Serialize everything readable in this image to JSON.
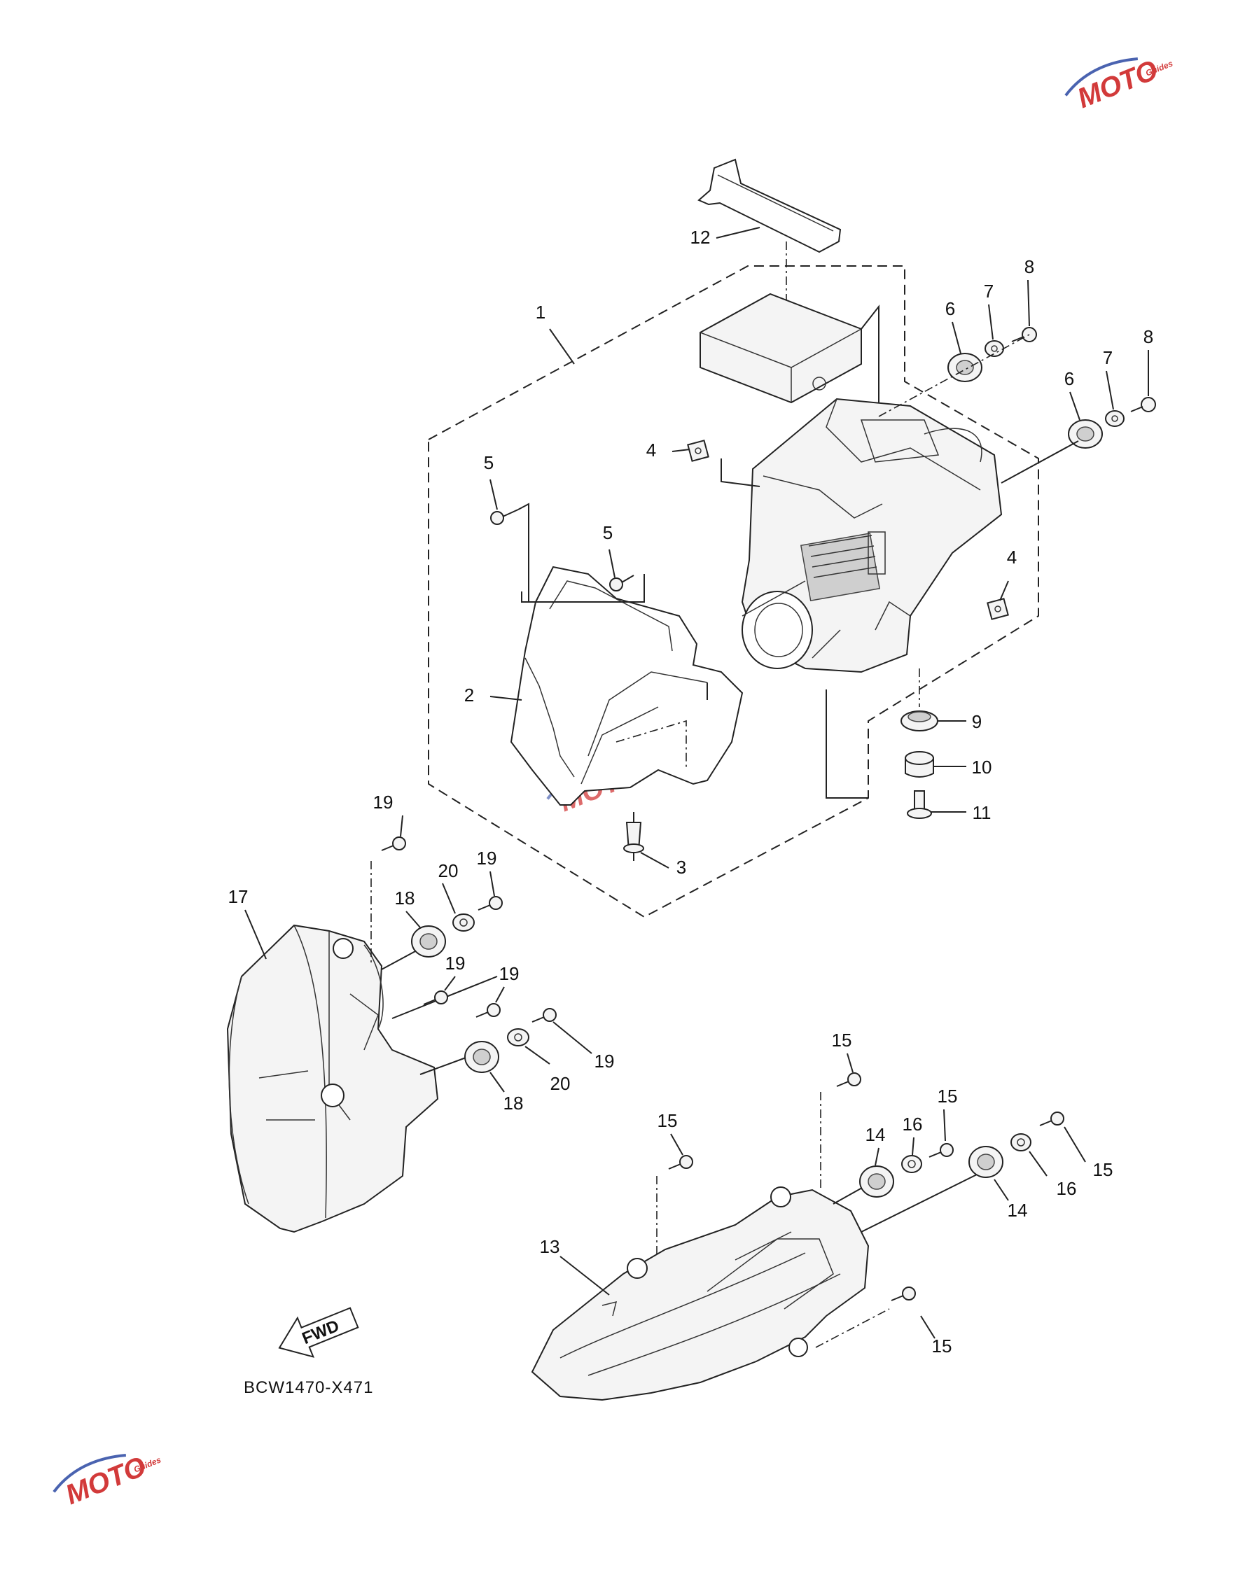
{
  "diagram_code": "BCW1470-X471",
  "fwd_label": "FWD",
  "watermark": {
    "brand": "MOTO",
    "sub": "Guides",
    "color": "#d23a3a",
    "accent": "#4a63b0"
  },
  "callouts": [
    {
      "id": "c1",
      "label": "1"
    },
    {
      "id": "c2",
      "label": "2"
    },
    {
      "id": "c3",
      "label": "3"
    },
    {
      "id": "c4a",
      "label": "4"
    },
    {
      "id": "c4b",
      "label": "4"
    },
    {
      "id": "c5a",
      "label": "5"
    },
    {
      "id": "c5b",
      "label": "5"
    },
    {
      "id": "c6a",
      "label": "6"
    },
    {
      "id": "c6b",
      "label": "6"
    },
    {
      "id": "c7a",
      "label": "7"
    },
    {
      "id": "c7b",
      "label": "7"
    },
    {
      "id": "c8a",
      "label": "8"
    },
    {
      "id": "c8b",
      "label": "8"
    },
    {
      "id": "c9",
      "label": "9"
    },
    {
      "id": "c10",
      "label": "10"
    },
    {
      "id": "c11",
      "label": "11"
    },
    {
      "id": "c12",
      "label": "12"
    },
    {
      "id": "c13",
      "label": "13"
    },
    {
      "id": "c14a",
      "label": "14"
    },
    {
      "id": "c14b",
      "label": "14"
    },
    {
      "id": "c15a",
      "label": "15"
    },
    {
      "id": "c15b",
      "label": "15"
    },
    {
      "id": "c15c",
      "label": "15"
    },
    {
      "id": "c15d",
      "label": "15"
    },
    {
      "id": "c15e",
      "label": "15"
    },
    {
      "id": "c16a",
      "label": "16"
    },
    {
      "id": "c16b",
      "label": "16"
    },
    {
      "id": "c17",
      "label": "17"
    },
    {
      "id": "c18a",
      "label": "18"
    },
    {
      "id": "c18b",
      "label": "18"
    },
    {
      "id": "c19a",
      "label": "19"
    },
    {
      "id": "c19b",
      "label": "19"
    },
    {
      "id": "c19c",
      "label": "19"
    },
    {
      "id": "c19d",
      "label": "19"
    },
    {
      "id": "c19e",
      "label": "19"
    },
    {
      "id": "c20a",
      "label": "20"
    },
    {
      "id": "c20b",
      "label": "20"
    }
  ]
}
